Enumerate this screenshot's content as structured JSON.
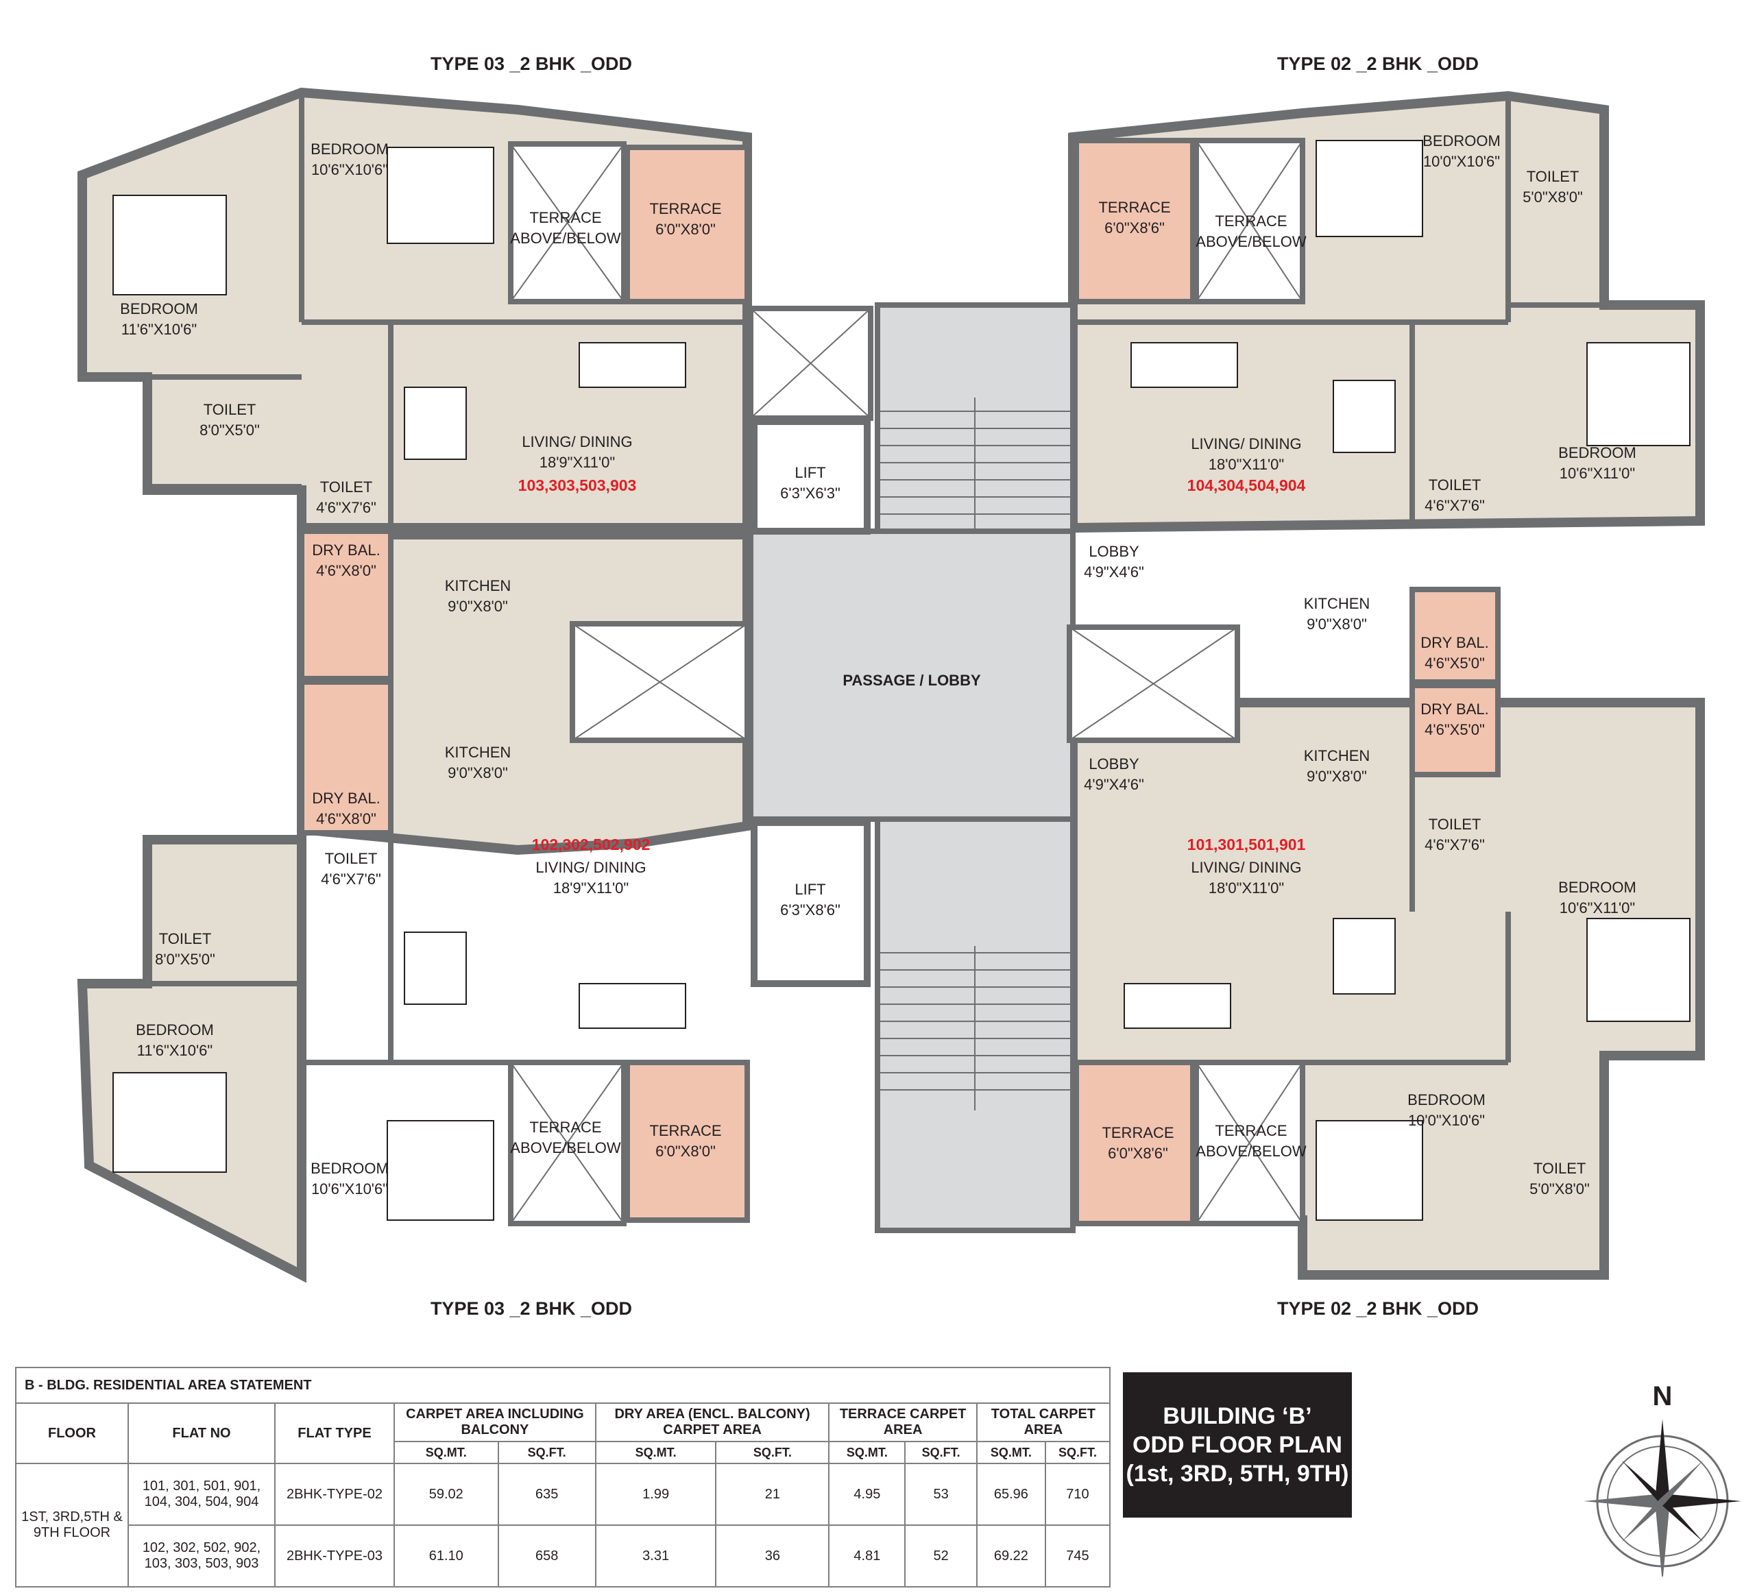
{
  "titles": {
    "top_left": "TYPE 03 _2 BHK _ODD",
    "top_right": "TYPE 02 _2 BHK _ODD",
    "bottom_left": "TYPE 03 _2 BHK _ODD",
    "bottom_right": "TYPE 02 _2 BHK _ODD"
  },
  "rooms": {
    "tl_bedroom1": "BEDROOM",
    "tl_bedroom1_size": "10'6\"X10'6\"",
    "tl_bedroom2": "BEDROOM",
    "tl_bedroom2_size": "11'6\"X10'6\"",
    "tl_terrace_ab": "TERRACE",
    "tl_terrace_ab_2": "ABOVE/BELOW",
    "tl_terrace": "TERRACE",
    "tl_terrace_size": "6'0\"X8'0\"",
    "tl_toilet1": "TOILET",
    "tl_toilet1_size": "8'0\"X5'0\"",
    "tl_toilet2": "TOILET",
    "tl_toilet2_size": "4'6\"X7'6\"",
    "tl_living": "LIVING/ DINING",
    "tl_living_size": "18'9\"X11'0\"",
    "tl_flat": "103,303,503,903",
    "tl_drybal": "DRY BAL.",
    "tl_drybal_size": "4'6\"X8'0\"",
    "tl_kitchen": "KITCHEN",
    "tl_kitchen_size": "9'0\"X8'0\"",
    "tr_bedroom1": "BEDROOM",
    "tr_bedroom1_size": "10'0\"X10'6\"",
    "tr_terrace": "TERRACE",
    "tr_terrace_size": "6'0\"X8'6\"",
    "tr_terrace_ab": "TERRACE",
    "tr_terrace_ab_2": "ABOVE/BELOW",
    "tr_toilet1": "TOILET",
    "tr_toilet1_size": "5'0\"X8'0\"",
    "tr_living": "LIVING/ DINING",
    "tr_living_size": "18'0\"X11'0\"",
    "tr_flat": "104,304,504,904",
    "tr_bedroom2": "BEDROOM",
    "tr_bedroom2_size": "10'6\"X11'0\"",
    "tr_toilet2": "TOILET",
    "tr_toilet2_size": "4'6\"X7'6\"",
    "tr_lobby": "LOBBY",
    "tr_lobby_size": "4'9\"X4'6\"",
    "tr_kitchen": "KITCHEN",
    "tr_kitchen_size": "9'0\"X8'0\"",
    "tr_drybal": "DRY BAL.",
    "tr_drybal_size": "4'6\"X5'0\"",
    "lift1": "LIFT",
    "lift1_size": "6'3\"X6'3\"",
    "lift2": "LIFT",
    "lift2_size": "6'3\"X8'6\"",
    "passage": "PASSAGE / LOBBY",
    "bl_drybal": "DRY BAL.",
    "bl_drybal_size": "4'6\"X8'0\"",
    "bl_kitchen": "KITCHEN",
    "bl_kitchen_size": "9'0\"X8'0\"",
    "bl_toilet2": "TOILET",
    "bl_toilet2_size": "4'6\"X7'6\"",
    "bl_flat": "102,302,502,902",
    "bl_living": "LIVING/ DINING",
    "bl_living_size": "18'9\"X11'0\"",
    "bl_toilet1": "TOILET",
    "bl_toilet1_size": "8'0\"X5'0\"",
    "bl_bedroom2": "BEDROOM",
    "bl_bedroom2_size": "11'6\"X10'6\"",
    "bl_terrace_ab": "TERRACE",
    "bl_terrace_ab_2": "ABOVE/BELOW",
    "bl_terrace": "TERRACE",
    "bl_terrace_size": "6'0\"X8'0\"",
    "bl_bedroom1": "BEDROOM",
    "bl_bedroom1_size": "10'6\"X10'6\"",
    "br_drybal": "DRY BAL.",
    "br_drybal_size": "4'6\"X5'0\"",
    "br_kitchen": "KITCHEN",
    "br_kitchen_size": "9'0\"X8'0\"",
    "br_lobby": "LOBBY",
    "br_lobby_size": "4'9\"X4'6\"",
    "br_toilet2": "TOILET",
    "br_toilet2_size": "4'6\"X7'6\"",
    "br_flat": "101,301,501,901",
    "br_living": "LIVING/ DINING",
    "br_living_size": "18'0\"X11'0\"",
    "br_bedroom2": "BEDROOM",
    "br_bedroom2_size": "10'6\"X11'0\"",
    "br_bedroom1": "BEDROOM",
    "br_bedroom1_size": "10'0\"X10'6\"",
    "br_terrace": "TERRACE",
    "br_terrace_size": "6'0\"X8'6\"",
    "br_terrace_ab": "TERRACE",
    "br_terrace_ab_2": "ABOVE/BELOW",
    "br_toilet1": "TOILET",
    "br_toilet1_size": "5'0\"X8'0\""
  },
  "statement": {
    "caption": "B - BLDG. RESIDENTIAL AREA STATEMENT",
    "headers": {
      "floor": "FLOOR",
      "flat_no": "FLAT NO",
      "flat_type": "FLAT TYPE",
      "carpet": "CARPET AREA INCLUDING BALCONY",
      "dry": "DRY AREA (ENCL. BALCONY) CARPET AREA",
      "terrace": "TERRACE CARPET AREA",
      "total": "TOTAL CARPET AREA",
      "sqmt": "SQ.MT.",
      "sqft": "SQ.FT."
    },
    "floor_label": "1ST, 3RD,5TH & 9TH FLOOR",
    "rows": [
      {
        "flats_1": "101, 301, 501, 901,",
        "flats_2": "104, 304, 504, 904",
        "type": "2BHK-TYPE-02",
        "carpet_m": "59.02",
        "carpet_f": "635",
        "dry_m": "1.99",
        "dry_f": "21",
        "terr_m": "4.95",
        "terr_f": "53",
        "tot_m": "65.96",
        "tot_f": "710"
      },
      {
        "flats_1": "102, 302, 502, 902,",
        "flats_2": "103, 303, 503, 903",
        "type": "2BHK-TYPE-03",
        "carpet_m": "61.10",
        "carpet_f": "658",
        "dry_m": "3.31",
        "dry_f": "36",
        "terr_m": "4.81",
        "terr_f": "52",
        "tot_m": "69.22",
        "tot_f": "745"
      }
    ]
  },
  "badge": {
    "line1": "BUILDING ‘B’",
    "line2": "ODD FLOOR PLAN",
    "line3": "(1st, 3RD, 5TH, 9TH)"
  },
  "compass": {
    "north": "N"
  },
  "colors": {
    "floor": "#e4ded2",
    "terrace": "#f1c4b0",
    "wall": "#6d6e70",
    "lobby": "#d9dadb",
    "flat_no": "#e31e24"
  }
}
